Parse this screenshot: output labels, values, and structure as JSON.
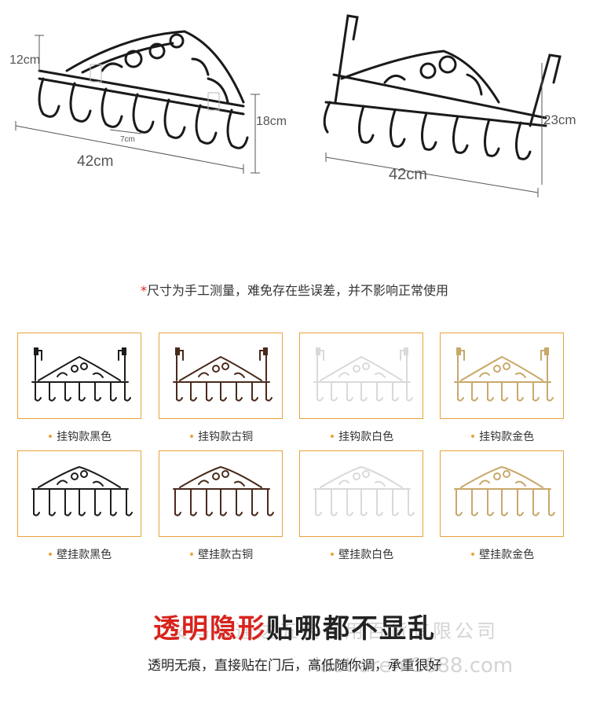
{
  "dimensions": {
    "wall_height": "12cm",
    "wall_width": "42cm",
    "hook_spacing": "7cm",
    "hook_depth": "18cm",
    "door_height": "23cm",
    "door_width": "42cm"
  },
  "note": {
    "star": "*",
    "text": "尺寸为手工测量，难免存在些误差，并不影响正常使用"
  },
  "variants": [
    {
      "label": "挂钩款黑色",
      "color": "#1c1c1c",
      "type": "door"
    },
    {
      "label": "挂钩款古铜",
      "color": "#4a2a1c",
      "type": "door"
    },
    {
      "label": "挂钩款白色",
      "color": "#d9d9d9",
      "type": "door"
    },
    {
      "label": "挂钩款金色",
      "color": "#c9a86a",
      "type": "door"
    },
    {
      "label": "壁挂款黑色",
      "color": "#1c1c1c",
      "type": "wall"
    },
    {
      "label": "壁挂款古铜",
      "color": "#4a2a1c",
      "type": "wall"
    },
    {
      "label": "壁挂款白色",
      "color": "#d9d9d9",
      "type": "wall"
    },
    {
      "label": "壁挂款金色",
      "color": "#c9a86a",
      "type": "wall"
    }
  ],
  "bullet": "•",
  "headline": {
    "red": "透明隐形",
    "black": "贴哪都不显乱"
  },
  "subline": "透明无痕，直接贴在门后，高低随你调，承重很好",
  "watermark": {
    "line1": "义乌市通达五金日用百货有限公司",
    "line2": "laotiaren.1688.com"
  },
  "colors": {
    "accent": "#e9a23b",
    "headline_red": "#d8231c"
  }
}
